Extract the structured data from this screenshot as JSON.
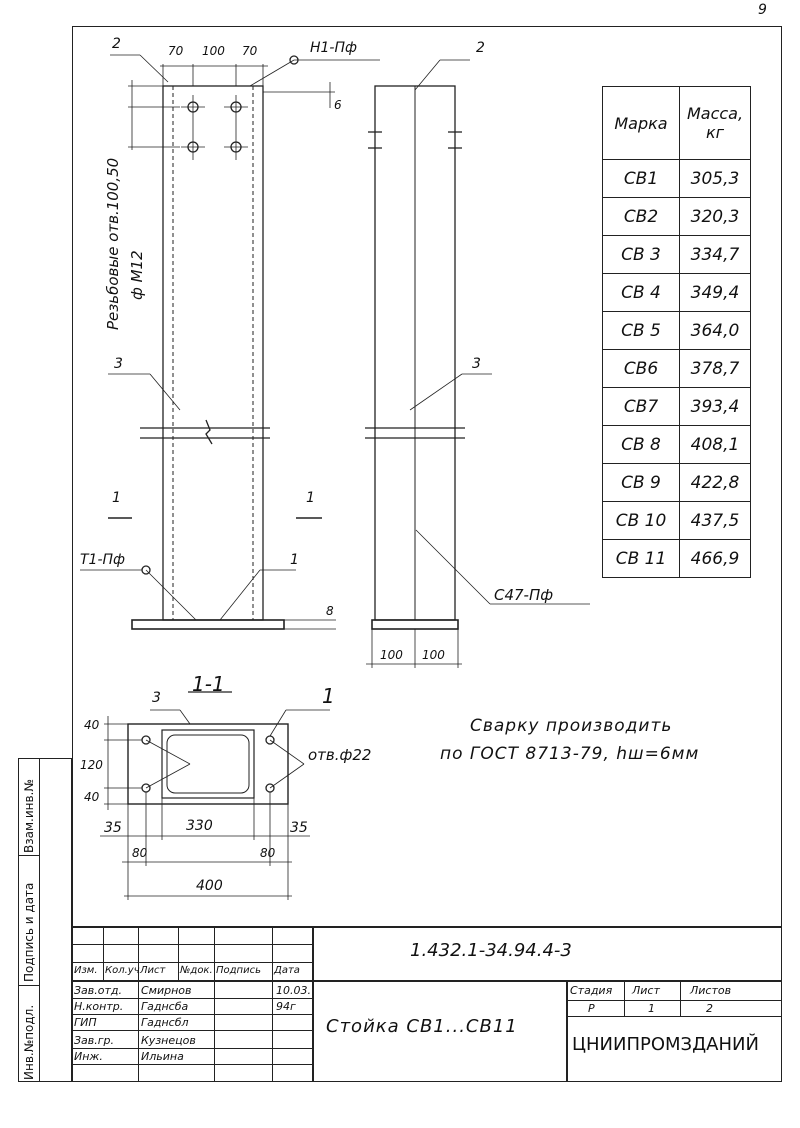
{
  "page_number": "9",
  "side_strip": {
    "inv_no": "Инв.№подл.",
    "sign_date": "Подпись и дата",
    "replace_inv": "Взам.инв.№"
  },
  "mass_table": {
    "header_mark": "Марка",
    "header_mass": "Масса, кг",
    "rows": [
      {
        "mark": "СВ1",
        "mass": "305,3"
      },
      {
        "mark": "СВ2",
        "mass": "320,3"
      },
      {
        "mark": "СВ 3",
        "mass": "334,7"
      },
      {
        "mark": "СВ 4",
        "mass": "349,4"
      },
      {
        "mark": "СВ 5",
        "mass": "364,0"
      },
      {
        "mark": "СВ6",
        "mass": "378,7"
      },
      {
        "mark": "СВ7",
        "mass": "393,4"
      },
      {
        "mark": "СВ 8",
        "mass": "408,1"
      },
      {
        "mark": "СВ 9",
        "mass": "422,8"
      },
      {
        "mark": "СВ 10",
        "mass": "437,5"
      },
      {
        "mark": "СВ 11",
        "mass": "466,9"
      }
    ]
  },
  "front_view": {
    "dim_top": [
      "70",
      "100",
      "70"
    ],
    "callout_2": "2",
    "weld_top": "Н1-Пф",
    "dim_6": "6",
    "holes_note_1": "Резьбовые отв.100,50",
    "holes_note_2": "ф М12",
    "callout_3": "3",
    "section_mark": "1",
    "weld_bottom": "Т1-Пф",
    "callout_1": "1",
    "dim_8": "8"
  },
  "side_view": {
    "callout_2": "2",
    "callout_3": "3",
    "weld": "С47-Пф",
    "dim_bottom": [
      "100",
      "100"
    ]
  },
  "section_view": {
    "title": "1-1",
    "callout_3": "3",
    "callout_1": "1",
    "holes": "отв.ф22",
    "dim_left": [
      "40",
      "120",
      "40"
    ],
    "dim_bottom_row1": [
      "35",
      "330",
      "35"
    ],
    "dim_bottom_row2": [
      "80",
      "80"
    ],
    "dim_total": "400"
  },
  "weld_note": {
    "line1": "Сварку производить",
    "line2": "по ГОСТ 8713-79, hш=6мм"
  },
  "title_block": {
    "doc_code": "1.432.1-34.94.4-3",
    "col_headers": [
      "Изм.",
      "Кол.уч",
      "Лист",
      "№док.",
      "Подпись",
      "Дата"
    ],
    "roles": [
      {
        "role": "Зав.отд.",
        "name": "Смирнов",
        "sign": "",
        "date": "10.03."
      },
      {
        "role": "Н.контр.",
        "name": "Гаднсба",
        "sign": "",
        "date": "94г"
      },
      {
        "role": "ГИП",
        "name": "Гаднсбл",
        "sign": "",
        "date": ""
      },
      {
        "role": "Зав.гр.",
        "name": "Кузнецов",
        "sign": "",
        "date": ""
      },
      {
        "role": "Инж.",
        "name": "Ильина",
        "sign": "",
        "date": ""
      }
    ],
    "title": "Стойка СВ1...СВ11",
    "stage_label": "Стадия",
    "sheet_label": "Лист",
    "sheets_label": "Листов",
    "stage": "Р",
    "sheet": "1",
    "sheets": "2",
    "org": "ЦНИИПРОМЗДАНИЙ"
  }
}
